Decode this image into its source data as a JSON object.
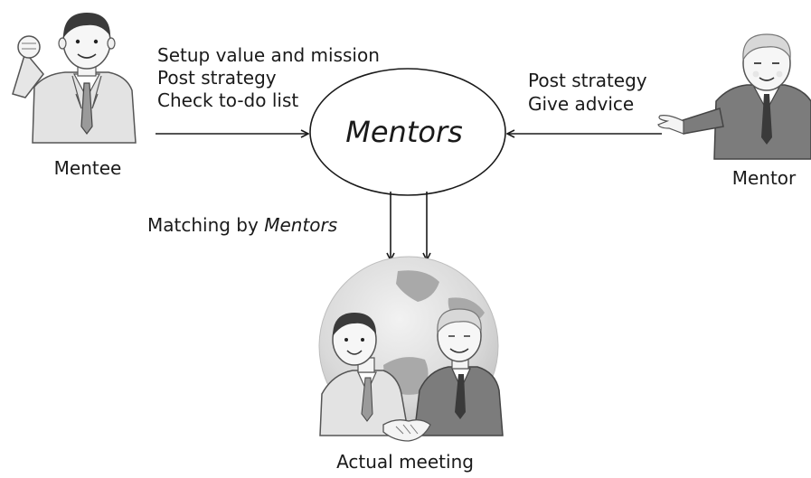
{
  "hub": {
    "label": "Mentors"
  },
  "mentee": {
    "label": "Mentee",
    "actions": [
      "Setup value and mission",
      "Post strategy",
      "Check to-do list"
    ]
  },
  "mentor": {
    "label": "Mentor",
    "actions": [
      "Post strategy",
      "Give advice"
    ]
  },
  "matching": {
    "prefix": "Matching by ",
    "emphasis": "Mentors"
  },
  "meeting": {
    "label": "Actual meeting"
  }
}
